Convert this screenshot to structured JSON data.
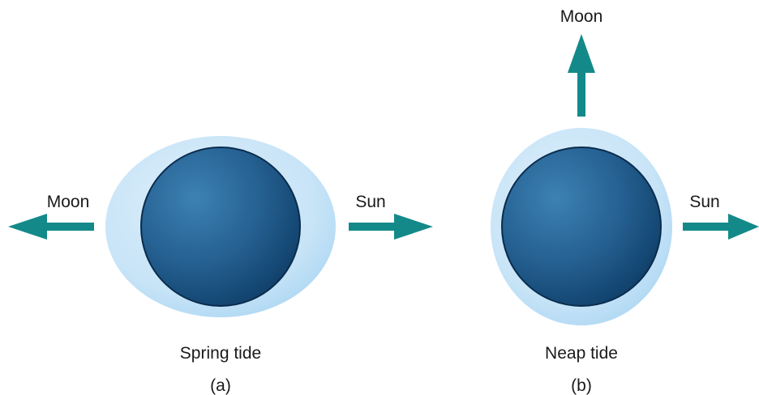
{
  "panels": [
    {
      "id": "a",
      "caption": "Spring tide",
      "letter": "(a)",
      "moon_label": "Moon",
      "sun_label": "Sun"
    },
    {
      "id": "b",
      "caption": "Neap tide",
      "letter": "(b)",
      "moon_label": "Moon",
      "sun_label": "Sun"
    }
  ],
  "colors": {
    "arrow": "#138a89",
    "tidal_bulge_light": "#d4eaf9",
    "tidal_bulge_dark": "#a4d3f2",
    "earth_light": "#3d81b3",
    "earth_dark": "#0e3d66"
  }
}
